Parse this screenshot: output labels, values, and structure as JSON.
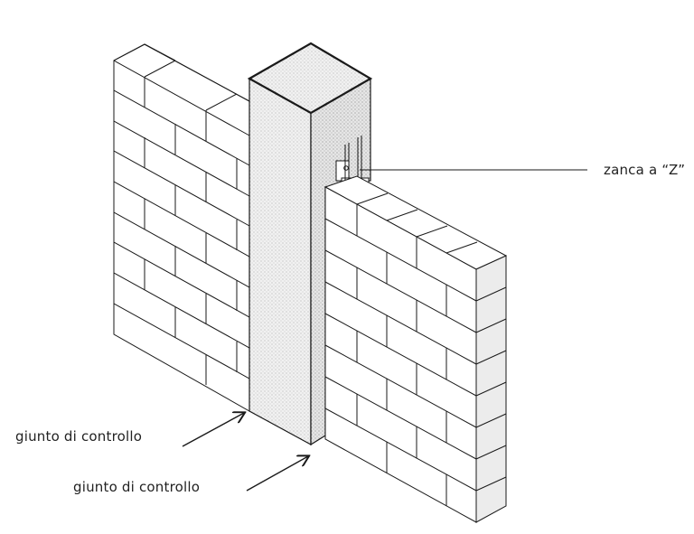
{
  "labels": {
    "zanca": "zanca a “Z”",
    "giunto_1": "giunto di controllo",
    "giunto_2": "giunto di controllo"
  },
  "colors": {
    "line": "#1a1a1a",
    "brick_face": "#ffffff",
    "brick_side": "#eeeeee",
    "column_fill": "#e8e8e8"
  }
}
